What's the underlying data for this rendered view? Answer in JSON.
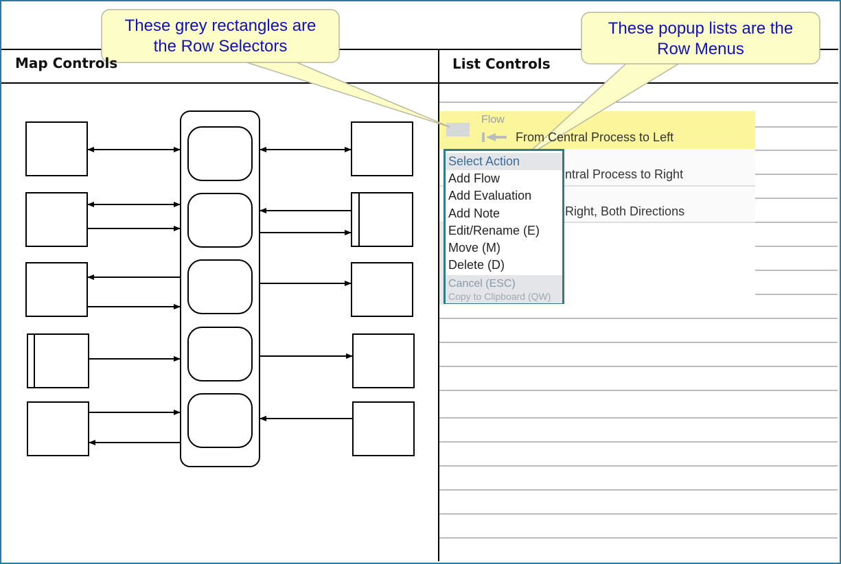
{
  "map_panel": {
    "title": "Map Controls"
  },
  "list_panel": {
    "title": "List Controls",
    "row_group_label": "Flow",
    "rows": [
      {
        "text": "From Central Process to Left"
      },
      {
        "text": "ntral Process to Right"
      },
      {
        "text": "Right, Both Directions"
      }
    ],
    "highlight_color": "#fbf59b"
  },
  "row_menu": {
    "header": "Select Action",
    "items": [
      "Add Flow",
      "Add Evaluation",
      "Add Note",
      "Edit/Rename (E)",
      "Move (M)",
      "Delete (D)"
    ],
    "cancel": "Cancel (ESC)",
    "copy": "Copy to Clipboard (QW)",
    "border_color": "#2f7a8a"
  },
  "callouts": {
    "selectors": {
      "line1": "These grey rectangles are",
      "line2": "the Row Selectors"
    },
    "menus": {
      "line1": "These popup lists are the",
      "line2": "Row Menus"
    },
    "fill_color": "#fdfdc8",
    "text_color": "#1010c0"
  },
  "icons": {
    "flow_arrow": "arrow-left-from-bar-icon"
  }
}
